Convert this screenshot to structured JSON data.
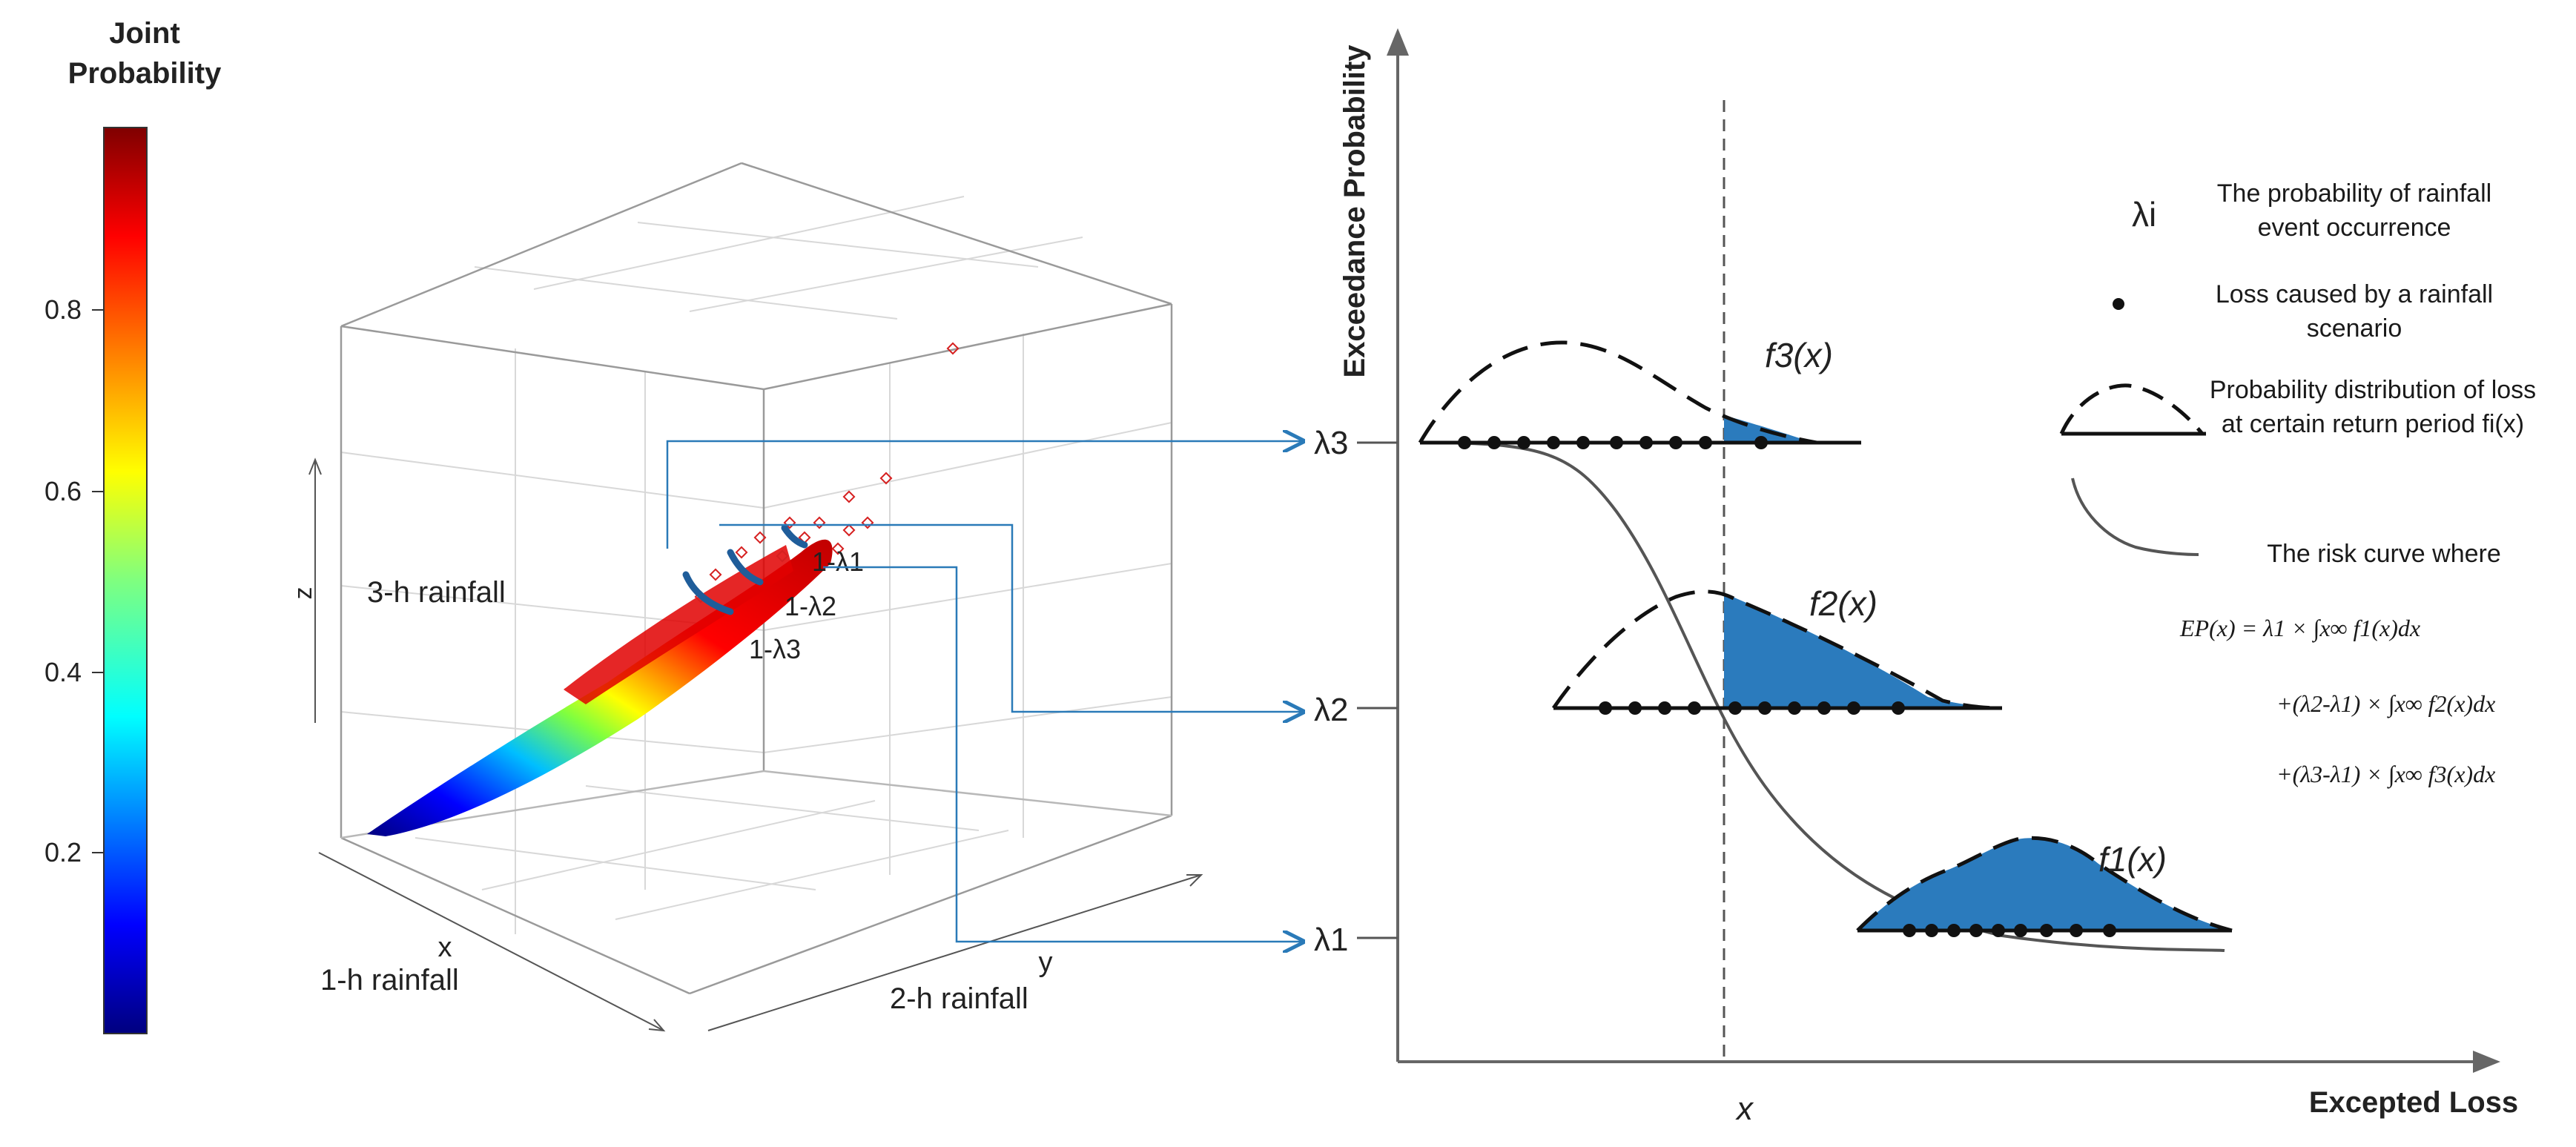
{
  "colorbar": {
    "title_line1": "Joint",
    "title_line2": "Probability",
    "ticks": [
      "0.8",
      "0.6",
      "0.4",
      "0.2"
    ]
  },
  "plot3d": {
    "z_axis_letter": "z",
    "x_axis_letter": "x",
    "y_axis_letter": "y",
    "z_label": "3-h rainfall",
    "x_label": "1-h rainfall",
    "y_label": "2-h rainfall",
    "arc_labels": [
      "1-λ1",
      "1-λ2",
      "1-λ3"
    ]
  },
  "risk_chart": {
    "y_axis_label": "Exceedance Probability",
    "x_axis_label": "Excepted Loss",
    "x_marker": "x",
    "levels": [
      "λ3",
      "λ2",
      "λ1"
    ],
    "distributions": [
      "f3(x)",
      "f2(x)",
      "f1(x)"
    ]
  },
  "legend": {
    "lambda_symbol": "λi",
    "lambda_desc_1": "The probability of rainfall",
    "lambda_desc_2": "event occurrence",
    "dot_desc_1": "Loss caused by a rainfall",
    "dot_desc_2": "scenario",
    "dist_desc_1": "Probability distribution of loss",
    "dist_desc_2": "at certain return period fi(x)",
    "curve_desc": "The risk curve where",
    "formula_1": "EP(x) = λ1 × ∫x∞ f1(x)dx",
    "formula_2": "+(λ2-λ1) × ∫x∞ f2(x)dx",
    "formula_3": "+(λ3-λ1) × ∫x∞ f3(x)dx"
  },
  "colors": {
    "connector": "#2a7ab8",
    "fill": "#2b7bbd",
    "arc": "#1f5d9a"
  }
}
